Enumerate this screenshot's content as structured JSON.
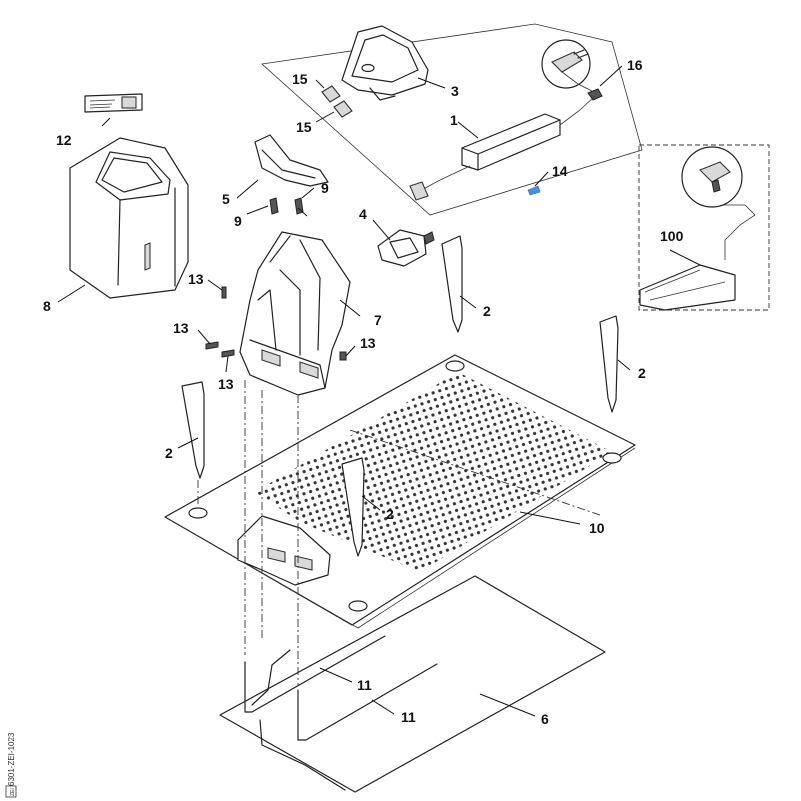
{
  "callouts": {
    "c1": "1",
    "c2a": "2",
    "c2b": "2",
    "c2c": "2",
    "c2d": "2",
    "c3": "3",
    "c4": "4",
    "c5": "5",
    "c6": "6",
    "c7": "7",
    "c8": "8",
    "c9a": "9",
    "c9b": "9",
    "c10": "10",
    "c11a": "11",
    "c11b": "11",
    "c12": "12",
    "c13a": "13",
    "c13b": "13",
    "c13c": "13",
    "c13d": "13",
    "c14": "14",
    "c15a": "15",
    "c15b": "15",
    "c16": "16",
    "c100": "100"
  },
  "drawing_code": "6301-ZEI-1023",
  "lang_tag": "ZEI"
}
